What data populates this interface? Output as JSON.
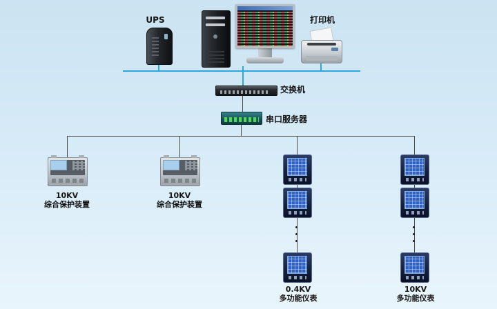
{
  "colors": {
    "network_line": "#2ba7dd",
    "bus_line": "#4a4a4a"
  },
  "nodes": {
    "ups": {
      "label": "UPS"
    },
    "printer": {
      "label": "打印机"
    },
    "switch": {
      "label": "交换机"
    },
    "serial_server": {
      "label": "串口服务器"
    },
    "protection_1": {
      "voltage": "10KV",
      "name": "综合保护装置"
    },
    "protection_2": {
      "voltage": "10KV",
      "name": "综合保护装置"
    },
    "meters_04kv": {
      "voltage": "0.4KV",
      "name": "多功能仪表"
    },
    "meters_10kv": {
      "voltage": "10KV",
      "name": "多功能仪表"
    }
  }
}
